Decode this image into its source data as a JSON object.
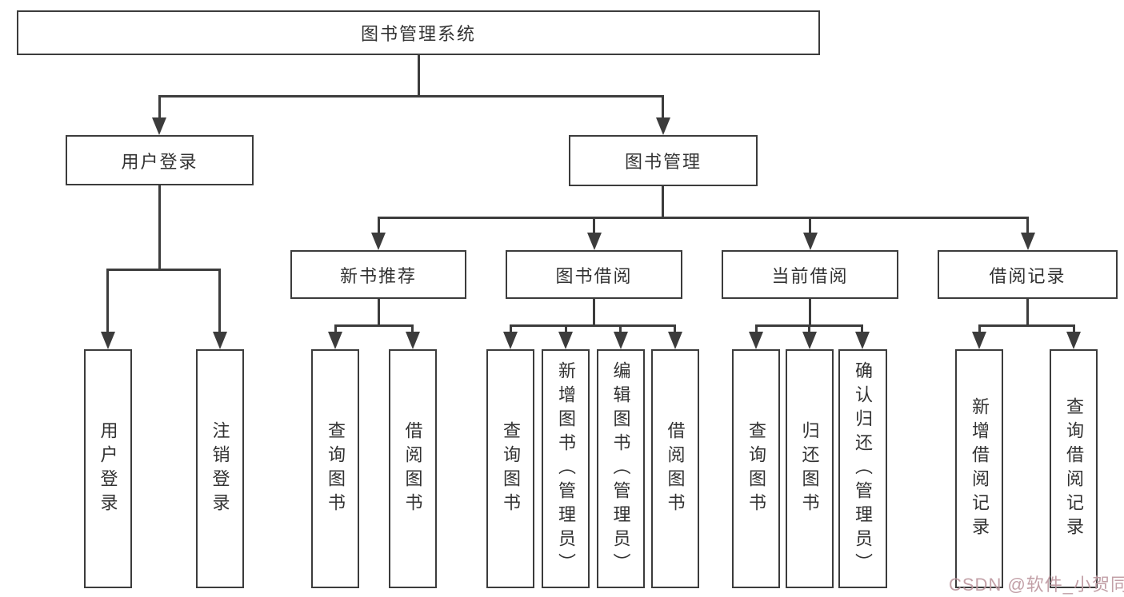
{
  "tree": {
    "label": "图书管理系统",
    "children": [
      {
        "label": "用户登录",
        "children": [
          {
            "label": "用户登录"
          },
          {
            "label": "注销登录"
          }
        ]
      },
      {
        "label": "图书管理",
        "children": [
          {
            "label": "新书推荐",
            "children": [
              {
                "label": "查询图书"
              },
              {
                "label": "借阅图书"
              }
            ]
          },
          {
            "label": "图书借阅",
            "children": [
              {
                "label": "查询图书"
              },
              {
                "label": "新增图书（管理员）"
              },
              {
                "label": "编辑图书（管理员）"
              },
              {
                "label": "借阅图书"
              }
            ]
          },
          {
            "label": "当前借阅",
            "children": [
              {
                "label": "查询图书"
              },
              {
                "label": "归还图书"
              },
              {
                "label": "确认归还（管理员）"
              }
            ]
          },
          {
            "label": "借阅记录",
            "children": [
              {
                "label": "新增借阅记录"
              },
              {
                "label": "查询借阅记录"
              }
            ]
          }
        ]
      }
    ]
  },
  "watermark": {
    "text": "CSDN @软件_小贺同学"
  },
  "colors": {
    "background": "#ffffff",
    "box_border": "#3c3c3c",
    "line": "#3c3c3c",
    "text": "#323232",
    "watermark": "#bd98a0"
  }
}
